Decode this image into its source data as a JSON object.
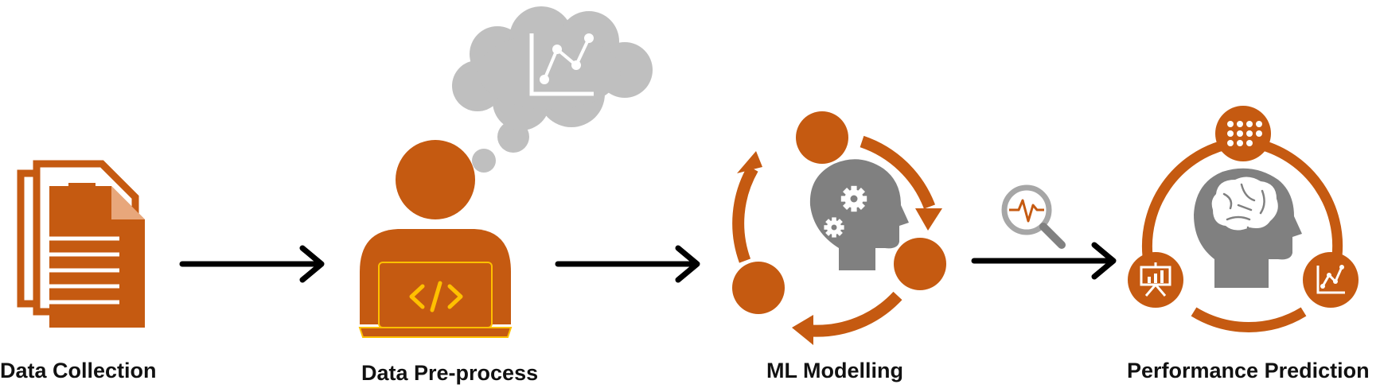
{
  "steps": [
    {
      "label": "Data Collection"
    },
    {
      "label": "Data Pre-process"
    },
    {
      "label": "ML Modelling"
    },
    {
      "label": "Performance Prediction"
    }
  ],
  "colors": {
    "accent": "#C55A11",
    "gray": "#808080",
    "light_gray": "#BFBFBF",
    "arrow": "#000000",
    "highlight": "#FFC000"
  },
  "icons": {
    "step1": "documents-icon",
    "step2": "person-laptop-code-icon",
    "thought": "line-chart-cloud-icon",
    "step3": "ml-cycle-head-gears-icon",
    "analysis": "magnifier-waveform-icon",
    "step4": "brain-head-cycle-icon"
  }
}
